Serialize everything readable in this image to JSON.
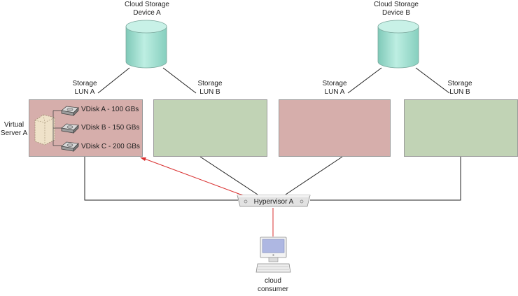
{
  "storage_devices": [
    {
      "line1": "Cloud Storage",
      "line2": "Device A"
    },
    {
      "line1": "Cloud Storage",
      "line2": "Device B"
    }
  ],
  "luns": [
    {
      "line1": "Storage",
      "line2": "LUN A"
    },
    {
      "line1": "Storage",
      "line2": "LUN B"
    },
    {
      "line1": "Storage",
      "line2": "LUN A"
    },
    {
      "line1": "Storage",
      "line2": "LUN B"
    }
  ],
  "virtual_server": {
    "line1": "Virtual",
    "line2": "Server A"
  },
  "vdisks": [
    "VDisk A - 100 GBs",
    "VDisk B - 150 GBs",
    "VDisk C - 200 GBs"
  ],
  "hypervisor": {
    "label": "Hypervisor A"
  },
  "consumer": {
    "line1": "cloud",
    "line2": "consumer"
  },
  "colors": {
    "lun_a_fill": "#d6aeab",
    "lun_b_fill": "#c1d3b5",
    "cylinder_fill": "#a6e0d3",
    "connector": "#222222",
    "access_line": "#d93030"
  }
}
